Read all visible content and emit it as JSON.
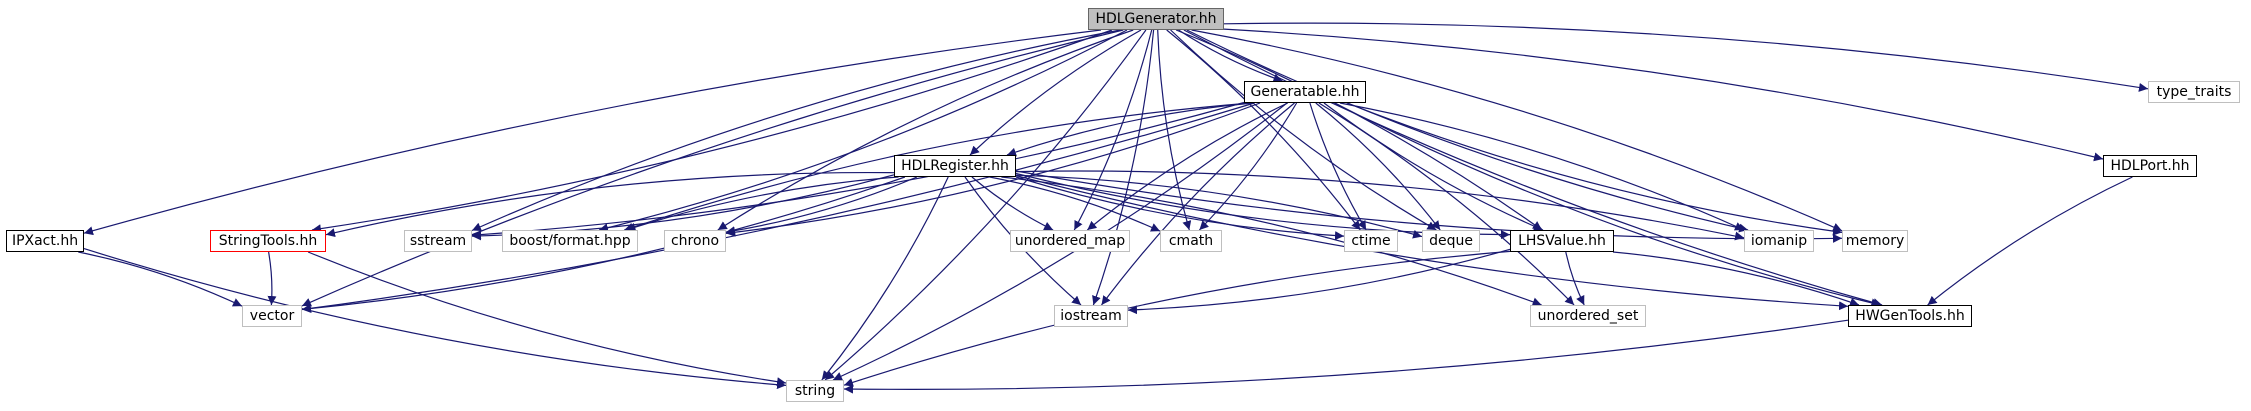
{
  "colors": {
    "edge": "#191970",
    "root_fill": "#bfbfbf",
    "local_border": "#000000",
    "external_border": "#bfbfbf",
    "highlight_border": "#ff0000"
  },
  "nodes": [
    {
      "id": "hdlgenerator",
      "label": "HDLGenerator.hh",
      "kind": "root"
    },
    {
      "id": "generatable",
      "label": "Generatable.hh",
      "kind": "local"
    },
    {
      "id": "type_traits",
      "label": "type_traits",
      "kind": "external"
    },
    {
      "id": "hdlregister",
      "label": "HDLRegister.hh",
      "kind": "local"
    },
    {
      "id": "hdlport",
      "label": "HDLPort.hh",
      "kind": "local"
    },
    {
      "id": "ipxact",
      "label": "IPXact.hh",
      "kind": "local"
    },
    {
      "id": "stringtools",
      "label": "StringTools.hh",
      "kind": "highlight"
    },
    {
      "id": "sstream",
      "label": "sstream",
      "kind": "external"
    },
    {
      "id": "boostformat",
      "label": "boost/format.hpp",
      "kind": "external"
    },
    {
      "id": "chrono",
      "label": "chrono",
      "kind": "external"
    },
    {
      "id": "unordered_map",
      "label": "unordered_map",
      "kind": "external"
    },
    {
      "id": "cmath",
      "label": "cmath",
      "kind": "external"
    },
    {
      "id": "ctime",
      "label": "ctime",
      "kind": "external"
    },
    {
      "id": "deque",
      "label": "deque",
      "kind": "external"
    },
    {
      "id": "lhsvalue",
      "label": "LHSValue.hh",
      "kind": "local"
    },
    {
      "id": "iomanip",
      "label": "iomanip",
      "kind": "external"
    },
    {
      "id": "memory",
      "label": "memory",
      "kind": "external"
    },
    {
      "id": "vector",
      "label": "vector",
      "kind": "external"
    },
    {
      "id": "iostream",
      "label": "iostream",
      "kind": "external"
    },
    {
      "id": "unordered_set",
      "label": "unordered_set",
      "kind": "external"
    },
    {
      "id": "hwgentools",
      "label": "HWGenTools.hh",
      "kind": "local"
    },
    {
      "id": "string",
      "label": "string",
      "kind": "external"
    }
  ],
  "edges": [
    [
      "hdlgenerator",
      "generatable"
    ],
    [
      "hdlgenerator",
      "type_traits"
    ],
    [
      "hdlgenerator",
      "hdlregister"
    ],
    [
      "hdlgenerator",
      "hdlport"
    ],
    [
      "hdlgenerator",
      "ipxact"
    ],
    [
      "hdlgenerator",
      "stringtools"
    ],
    [
      "hdlgenerator",
      "sstream"
    ],
    [
      "hdlgenerator",
      "boostformat"
    ],
    [
      "hdlgenerator",
      "chrono"
    ],
    [
      "hdlgenerator",
      "unordered_map"
    ],
    [
      "hdlgenerator",
      "cmath"
    ],
    [
      "hdlgenerator",
      "ctime"
    ],
    [
      "hdlgenerator",
      "deque"
    ],
    [
      "hdlgenerator",
      "lhsvalue"
    ],
    [
      "hdlgenerator",
      "iomanip"
    ],
    [
      "hdlgenerator",
      "memory"
    ],
    [
      "hdlgenerator",
      "vector"
    ],
    [
      "hdlgenerator",
      "iostream"
    ],
    [
      "hdlgenerator",
      "hwgentools"
    ],
    [
      "hdlgenerator",
      "string"
    ],
    [
      "generatable",
      "hdlregister"
    ],
    [
      "generatable",
      "sstream"
    ],
    [
      "generatable",
      "boostformat"
    ],
    [
      "generatable",
      "chrono"
    ],
    [
      "generatable",
      "unordered_map"
    ],
    [
      "generatable",
      "cmath"
    ],
    [
      "generatable",
      "ctime"
    ],
    [
      "generatable",
      "deque"
    ],
    [
      "generatable",
      "lhsvalue"
    ],
    [
      "generatable",
      "iomanip"
    ],
    [
      "generatable",
      "memory"
    ],
    [
      "generatable",
      "vector"
    ],
    [
      "generatable",
      "iostream"
    ],
    [
      "generatable",
      "unordered_set"
    ],
    [
      "generatable",
      "hwgentools"
    ],
    [
      "generatable",
      "string"
    ],
    [
      "hdlregister",
      "stringtools"
    ],
    [
      "hdlregister",
      "sstream"
    ],
    [
      "hdlregister",
      "boostformat"
    ],
    [
      "hdlregister",
      "chrono"
    ],
    [
      "hdlregister",
      "unordered_map"
    ],
    [
      "hdlregister",
      "cmath"
    ],
    [
      "hdlregister",
      "ctime"
    ],
    [
      "hdlregister",
      "deque"
    ],
    [
      "hdlregister",
      "lhsvalue"
    ],
    [
      "hdlregister",
      "iomanip"
    ],
    [
      "hdlregister",
      "memory"
    ],
    [
      "hdlregister",
      "vector"
    ],
    [
      "hdlregister",
      "iostream"
    ],
    [
      "hdlregister",
      "unordered_set"
    ],
    [
      "hdlregister",
      "hwgentools"
    ],
    [
      "hdlregister",
      "string"
    ],
    [
      "hdlport",
      "hwgentools"
    ],
    [
      "ipxact",
      "vector"
    ],
    [
      "ipxact",
      "string"
    ],
    [
      "stringtools",
      "vector"
    ],
    [
      "stringtools",
      "string"
    ],
    [
      "lhsvalue",
      "iostream"
    ],
    [
      "lhsvalue",
      "unordered_set"
    ],
    [
      "lhsvalue",
      "hwgentools"
    ],
    [
      "lhsvalue",
      "string"
    ],
    [
      "hwgentools",
      "string"
    ]
  ]
}
